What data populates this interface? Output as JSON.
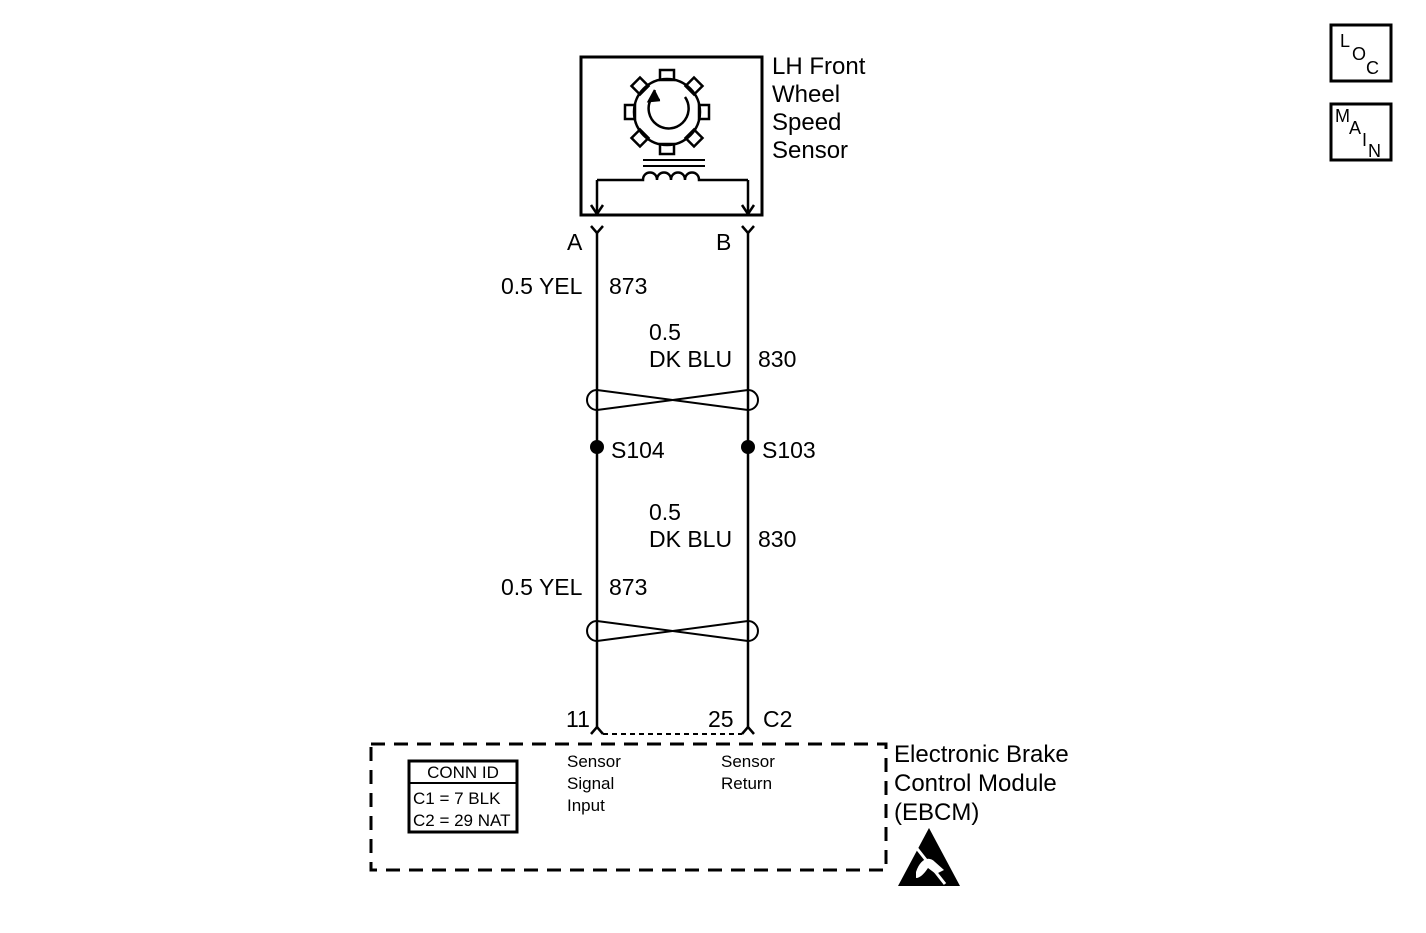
{
  "nav": {
    "loc": {
      "l1": "L",
      "l2": "O",
      "l3": "C"
    },
    "main": {
      "l1": "M",
      "l2": "A",
      "l3": "I",
      "l4": "N"
    }
  },
  "sensor": {
    "name_lines": [
      "LH Front",
      "Wheel",
      "Speed",
      "Sensor"
    ],
    "terminal_a": "A",
    "terminal_b": "B"
  },
  "wires": {
    "upper_a": {
      "size_color": "0.5 YEL",
      "circuit": "873"
    },
    "upper_b": {
      "size": "0.5",
      "color": "DK BLU",
      "circuit": "830"
    },
    "splice_a": "S104",
    "splice_b": "S103",
    "lower_b": {
      "size": "0.5",
      "color": "DK BLU",
      "circuit": "830"
    },
    "lower_a": {
      "size_color": "0.5 YEL",
      "circuit": "873"
    }
  },
  "ebcm": {
    "pin_a": "11",
    "pin_b": "25",
    "connector": "C2",
    "name_lines": [
      "Electronic Brake",
      "Control Module",
      "(EBCM)"
    ],
    "signal_label_lines": [
      "Sensor",
      "Signal",
      "Input"
    ],
    "return_label_lines": [
      "Sensor",
      "Return"
    ],
    "conn_table": {
      "header": "CONN ID",
      "rows": [
        "C1 = 7 BLK",
        "C2 = 29 NAT"
      ]
    }
  }
}
